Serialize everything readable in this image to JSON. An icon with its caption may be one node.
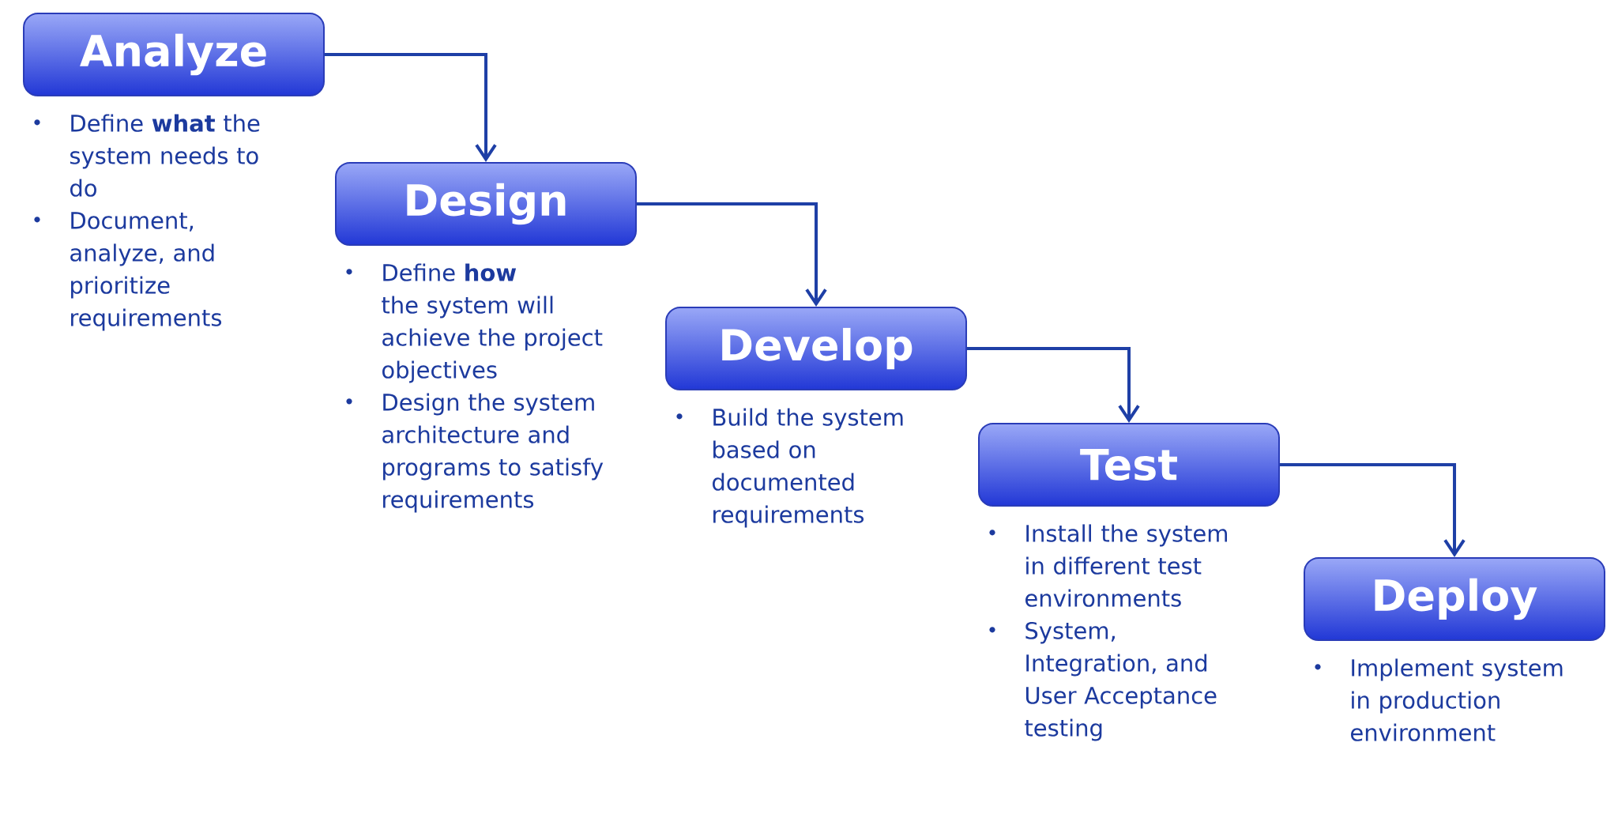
{
  "diagram": {
    "nodes": [
      {
        "text": [
          "Analyze"
        ],
        "beside": [
          "Define **what** the system needs to do",
          "Document, analyze, and prioritize requirements"
        ]
      },
      {
        "text": [
          "Design"
        ],
        "beside": [
          "Define **how** the system will achieve the project objectives",
          "Design the system architecture and programs to satisfy requirements"
        ]
      },
      {
        "text": [
          "Develop"
        ],
        "beside": [
          "Build the system based on documented requirements"
        ]
      },
      {
        "text": [
          "Test"
        ],
        "beside": [
          "Install the system in different test environments",
          "System, Integration, and User Acceptance testing"
        ]
      },
      {
        "text": [
          "Deploy"
        ],
        "beside": [
          "Implement system in production environment"
        ]
      }
    ],
    "edges": [
      {
        "from": 0,
        "to": 1,
        "arrow": "to"
      },
      {
        "from": 1,
        "to": 2,
        "arrow": "to"
      },
      {
        "from": 2,
        "to": 3,
        "arrow": "to"
      },
      {
        "from": 3,
        "to": 4,
        "arrow": "to"
      }
    ]
  }
}
